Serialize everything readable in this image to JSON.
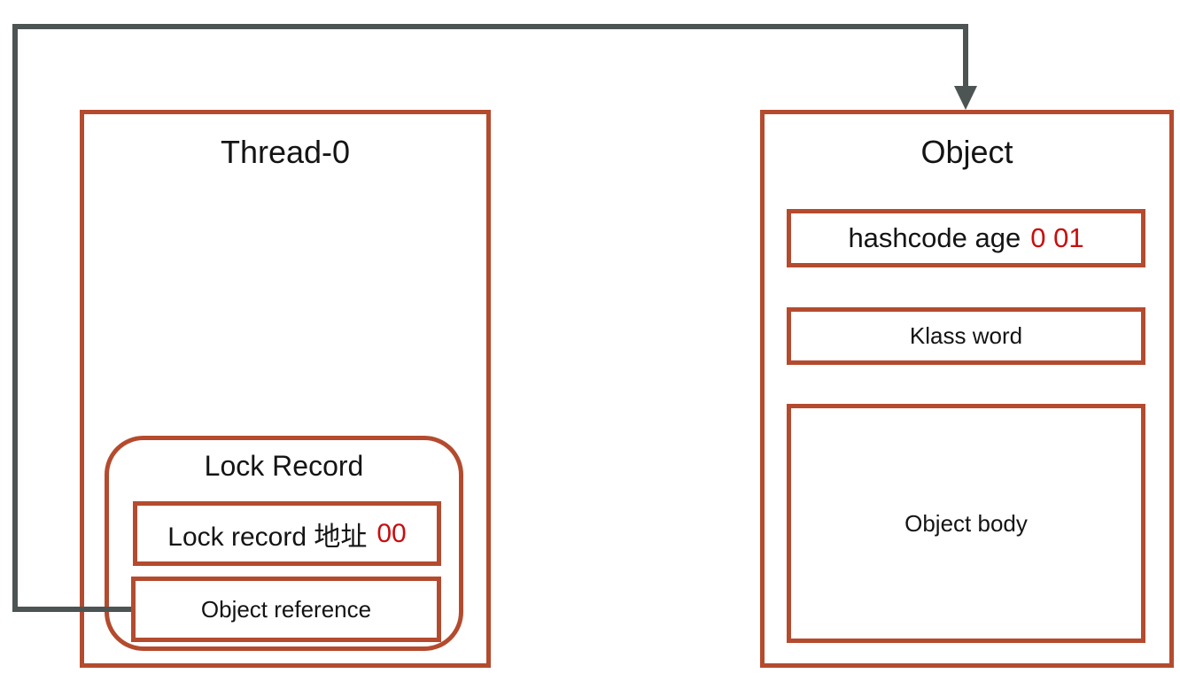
{
  "colors": {
    "box_border": "#b44b2e",
    "highlight": "#c80e0e",
    "connector": "#4d5454",
    "text": "#141414",
    "background": "#ffffff"
  },
  "thread": {
    "title": "Thread-0"
  },
  "lock_record": {
    "title": "Lock Record",
    "address_label": "Lock record 地址",
    "address_value": "00",
    "reference_label": "Object reference"
  },
  "object": {
    "title": "Object",
    "mark_word_label": "hashcode age",
    "mark_word_value": "0 01",
    "klass_label": "Klass word",
    "body_label": "Object body"
  }
}
